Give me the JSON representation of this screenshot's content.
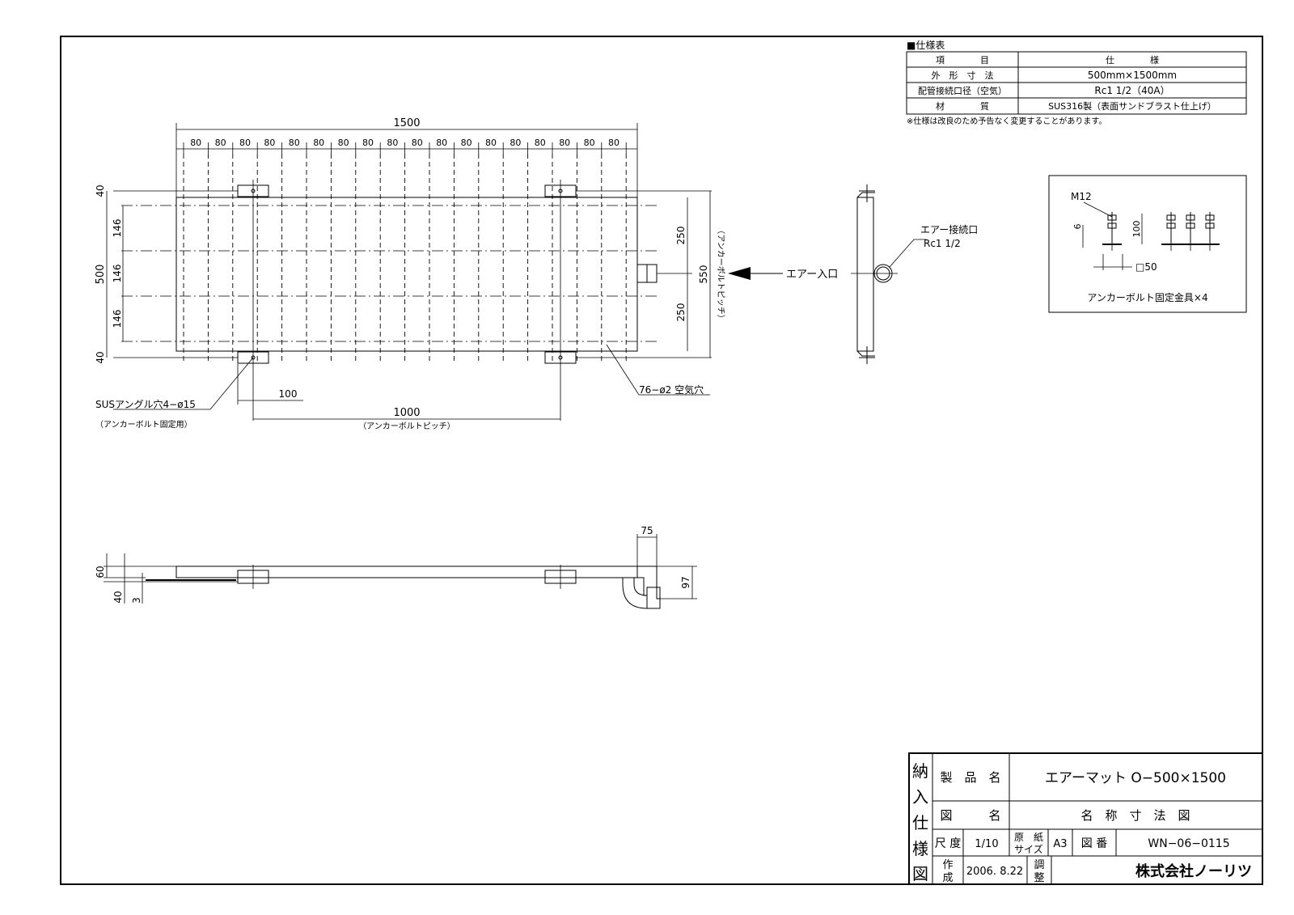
{
  "spec_table": {
    "heading": "■仕様表",
    "header_item": "項　　　　目",
    "header_spec": "仕　　　　様",
    "rows": [
      {
        "item": "外　形　寸　法",
        "spec": "500mm×1500mm"
      },
      {
        "item": "配管接続口径（空気）",
        "spec": "Rc1 1/2（40A）"
      },
      {
        "item": "材　　　　質",
        "spec": "SUS316製（表面サンドブラスト仕上げ）"
      }
    ],
    "note": "※仕様は改良のため予告なく変更することがあります。"
  },
  "plan_view": {
    "overall_length": "1500",
    "pitch_label": "80",
    "pitch_count": 18,
    "angle_offset": "40",
    "width": "500",
    "row_pitch": "146",
    "half_width": "250",
    "anchor_pitch_width": "550",
    "anchor_pitch_note": "（アンカーボルトピッチ）",
    "inlet_label": "エアー入口",
    "air_holes": "76−ø2 空気穴",
    "angle_hole_label": "SUSアングル穴4−ø15",
    "angle_hole_note": "（アンカーボルト固定用）",
    "end_offset": "100",
    "anchor_pitch_length": "1000",
    "anchor_pitch_length_note": "（アンカーボルトピッチ）"
  },
  "side_view": {
    "connection_label": "エアー接続口",
    "connection_size": "Rc1 1/2"
  },
  "anchor_detail": {
    "bolt": "M12",
    "dim_6": "6",
    "dim_100": "100",
    "base": "□50",
    "caption": "アンカーボルト固定金具×4"
  },
  "front_view": {
    "dim_75": "75",
    "dim_60": "60",
    "dim_40": "40",
    "dim_3": "3",
    "dim_97": "97"
  },
  "title_block": {
    "vertical_title": [
      "納",
      "入",
      "仕",
      "様",
      "図"
    ],
    "product_label": "製　品　名",
    "product_name": "エアーマット O−500×1500",
    "drawing_label": "図　　　名",
    "drawing_name": "名　称　寸　法　図",
    "scale_label": "尺 度",
    "scale": "1/10",
    "paper_label_1": "原　紙",
    "paper_label_2": "サイズ",
    "paper_size": "A3",
    "drawing_no_label": "図 番",
    "drawing_no": "WN−06−0115",
    "created_label_1": "作",
    "created_label_2": "成",
    "created_date": "2006. 8.22",
    "adjust_label_1": "調",
    "adjust_label_2": "整",
    "company": "株式会社ノーリツ"
  }
}
